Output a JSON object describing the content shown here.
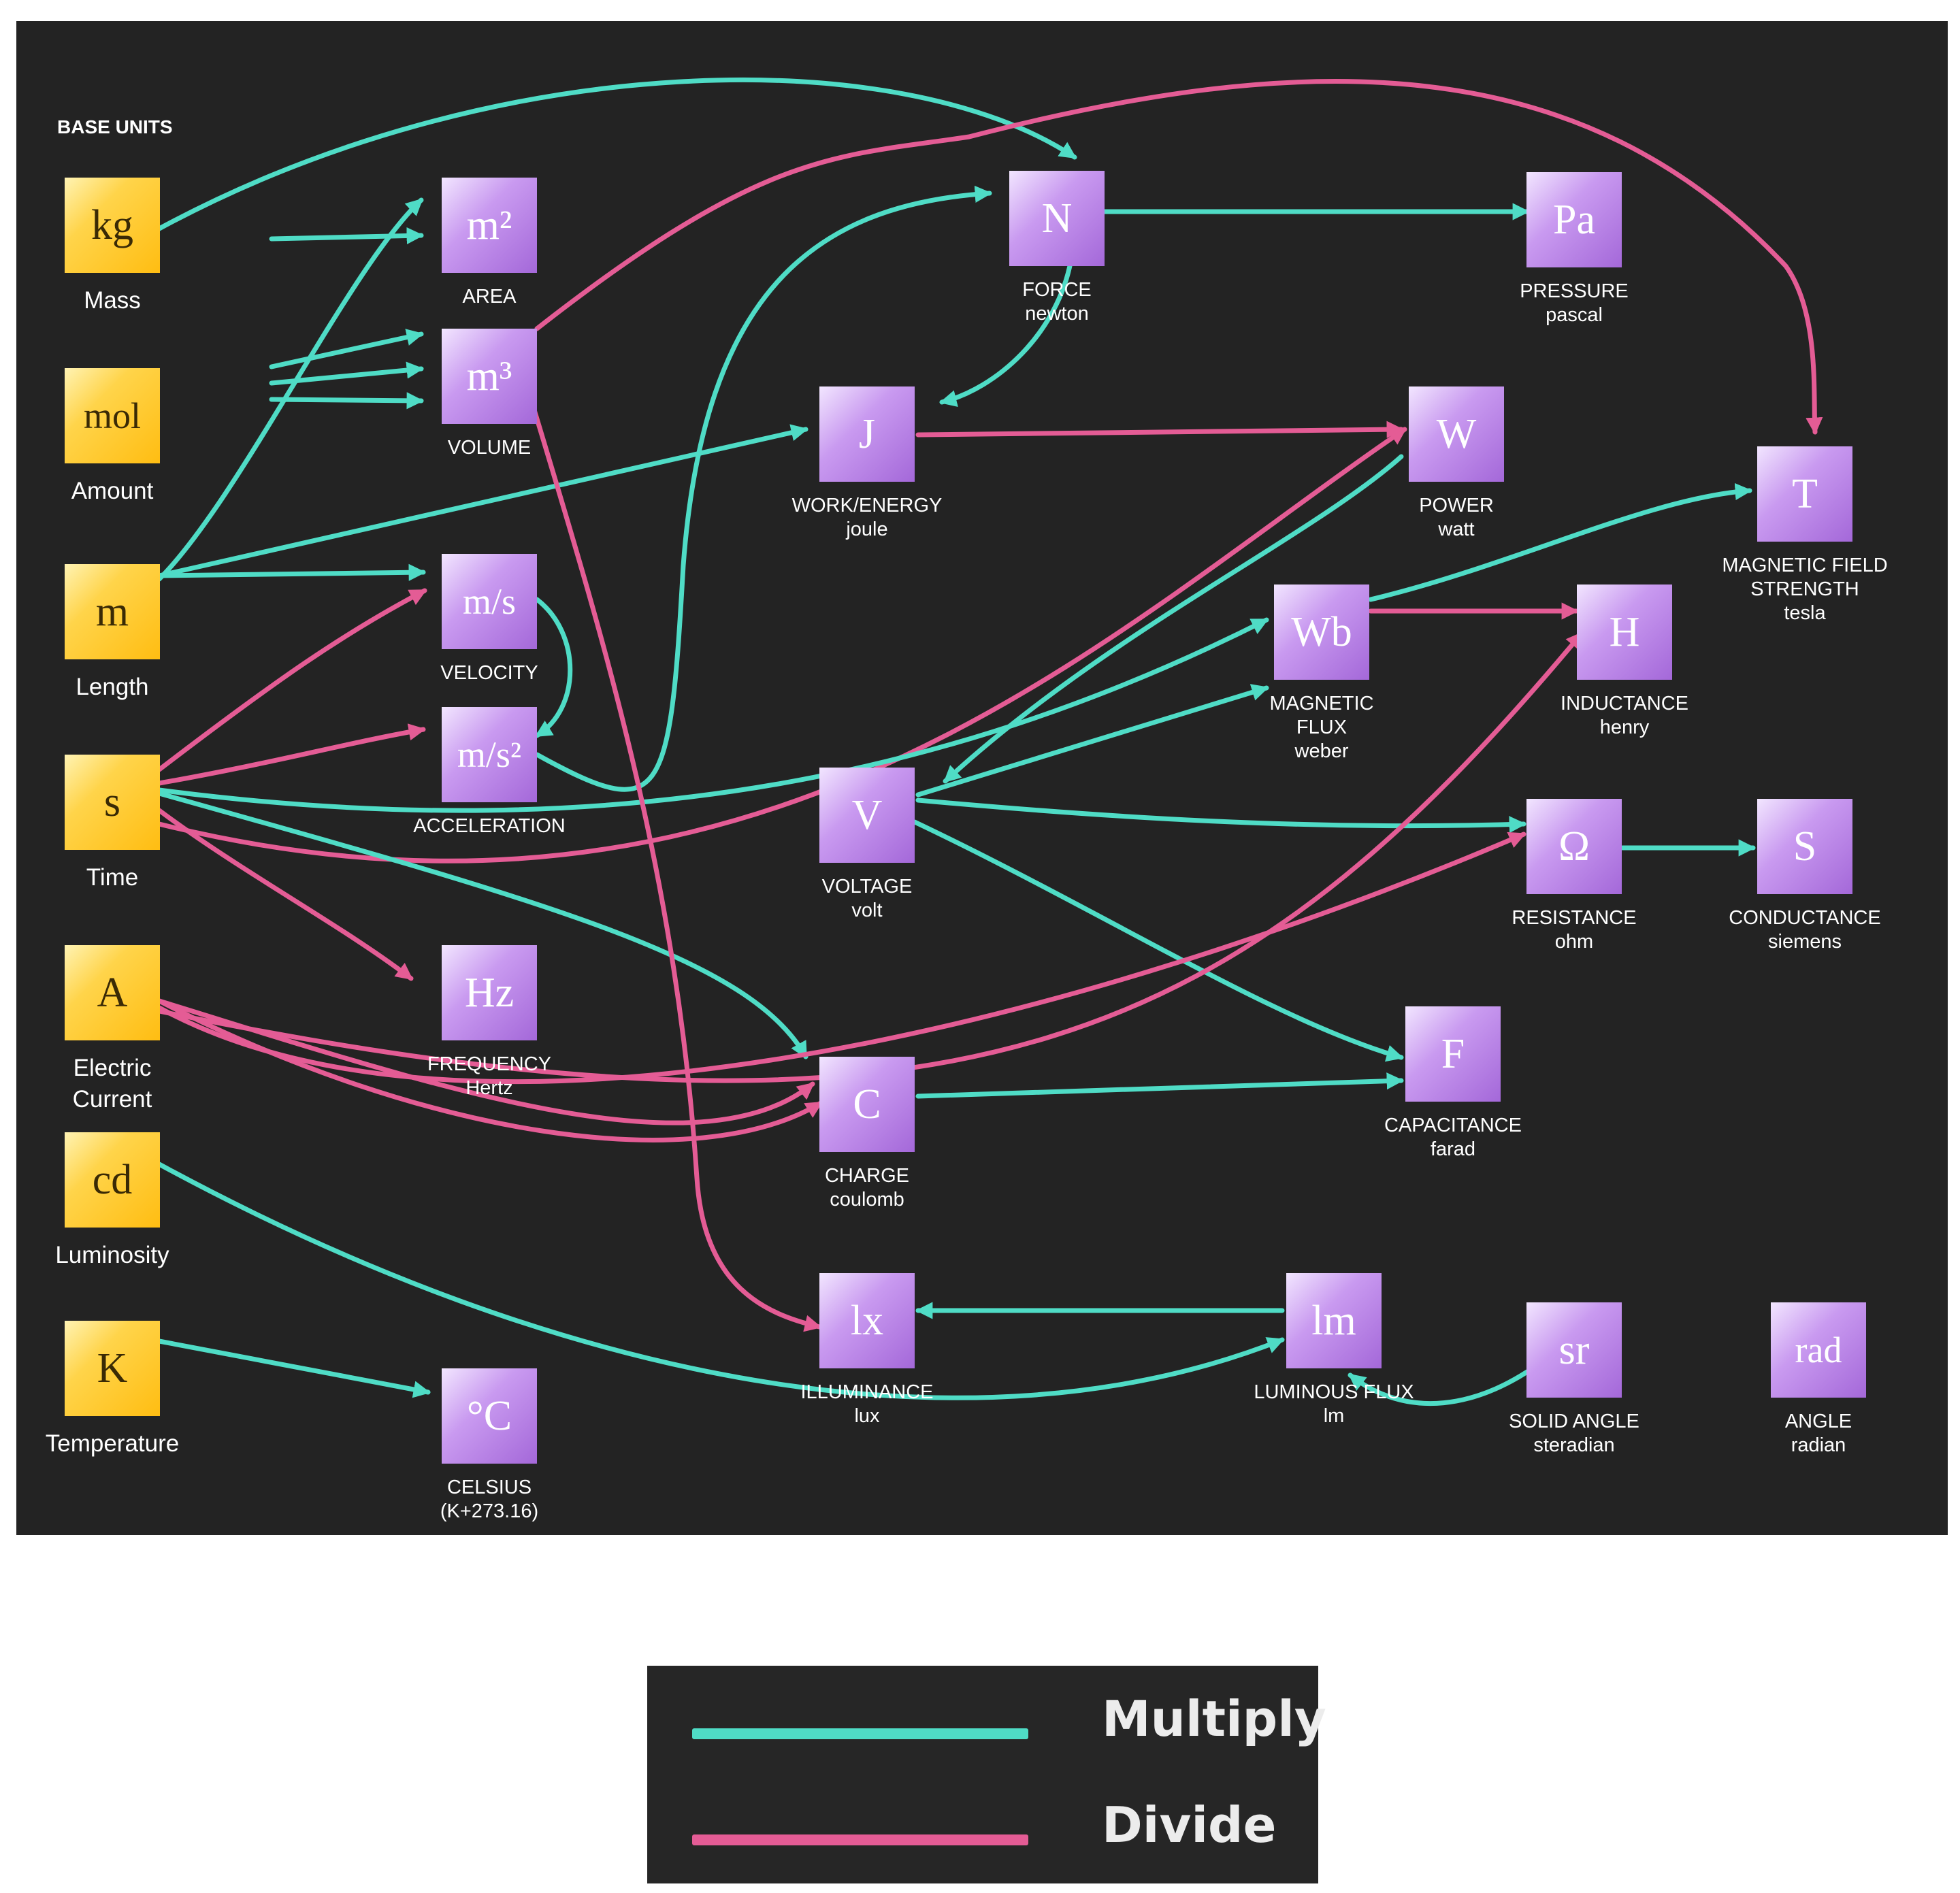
{
  "diagram": {
    "section_label": "BASE UNITS",
    "colors": {
      "multiply": "#4fdcc6",
      "divide": "#e45c95",
      "base": "#ffc21a",
      "derived": "#b57ee6",
      "background": "#232323"
    },
    "nodes": [
      {
        "id": "kg",
        "symbol": "kg",
        "kind": "base",
        "caption": [
          "Mass"
        ]
      },
      {
        "id": "mol",
        "symbol": "mol",
        "kind": "base",
        "caption": [
          "Amount"
        ]
      },
      {
        "id": "m",
        "symbol": "m",
        "kind": "base",
        "caption": [
          "Length"
        ]
      },
      {
        "id": "s",
        "symbol": "s",
        "kind": "base",
        "caption": [
          "Time"
        ]
      },
      {
        "id": "A",
        "symbol": "A",
        "kind": "base",
        "caption": [
          "Electric",
          "Current"
        ]
      },
      {
        "id": "cd",
        "symbol": "cd",
        "kind": "base",
        "caption": [
          "Luminosity"
        ]
      },
      {
        "id": "K",
        "symbol": "K",
        "kind": "base",
        "caption": [
          "Temperature"
        ]
      },
      {
        "id": "m2",
        "symbol": "m²",
        "kind": "derived",
        "caption": [
          "AREA"
        ]
      },
      {
        "id": "m3",
        "symbol": "m³",
        "kind": "derived",
        "caption": [
          "VOLUME"
        ]
      },
      {
        "id": "ms",
        "symbol": "m/s",
        "kind": "derived",
        "caption": [
          "VELOCITY"
        ]
      },
      {
        "id": "ms2",
        "symbol": "m/s²",
        "kind": "derived",
        "caption": [
          "ACCELERATION"
        ]
      },
      {
        "id": "Hz",
        "symbol": "Hz",
        "kind": "derived",
        "caption": [
          "FREQUENCY",
          "Hertz"
        ]
      },
      {
        "id": "C_deg",
        "symbol": "°C",
        "kind": "derived",
        "caption": [
          "CELSIUS",
          "(K+273.16)"
        ]
      },
      {
        "id": "N",
        "symbol": "N",
        "kind": "derived",
        "caption": [
          "FORCE",
          "newton"
        ]
      },
      {
        "id": "J",
        "symbol": "J",
        "kind": "derived",
        "caption": [
          "WORK/ENERGY",
          "joule"
        ]
      },
      {
        "id": "V",
        "symbol": "V",
        "kind": "derived",
        "caption": [
          "VOLTAGE",
          "volt"
        ]
      },
      {
        "id": "C",
        "symbol": "C",
        "kind": "derived",
        "caption": [
          "CHARGE",
          "coulomb"
        ]
      },
      {
        "id": "lx",
        "symbol": "lx",
        "kind": "derived",
        "caption": [
          "ILLUMINANCE",
          "lux"
        ]
      },
      {
        "id": "Pa",
        "symbol": "Pa",
        "kind": "derived",
        "caption": [
          "PRESSURE",
          "pascal"
        ]
      },
      {
        "id": "W",
        "symbol": "W",
        "kind": "derived",
        "caption": [
          "POWER",
          "watt"
        ]
      },
      {
        "id": "Wb",
        "symbol": "Wb",
        "kind": "derived",
        "caption": [
          "MAGNETIC",
          "FLUX",
          "weber"
        ]
      },
      {
        "id": "H",
        "symbol": "H",
        "kind": "derived",
        "caption": [
          "INDUCTANCE",
          "henry"
        ]
      },
      {
        "id": "T",
        "symbol": "T",
        "kind": "derived",
        "caption": [
          "MAGNETIC FIELD",
          "STRENGTH",
          "tesla"
        ]
      },
      {
        "id": "Ohm",
        "symbol": "Ω",
        "kind": "derived",
        "caption": [
          "RESISTANCE",
          "ohm"
        ]
      },
      {
        "id": "S",
        "symbol": "S",
        "kind": "derived",
        "caption": [
          "CONDUCTANCE",
          "siemens"
        ]
      },
      {
        "id": "F",
        "symbol": "F",
        "kind": "derived",
        "caption": [
          "CAPACITANCE",
          "farad"
        ]
      },
      {
        "id": "lm",
        "symbol": "lm",
        "kind": "derived",
        "caption": [
          "LUMINOUS FLUX",
          "lm"
        ]
      },
      {
        "id": "sr",
        "symbol": "sr",
        "kind": "derived",
        "caption": [
          "SOLID ANGLE",
          "steradian"
        ]
      },
      {
        "id": "rad",
        "symbol": "rad",
        "kind": "derived",
        "caption": [
          "ANGLE",
          "radian"
        ]
      }
    ],
    "edges": [
      {
        "from": "kg",
        "to": "N",
        "op": "multiply"
      },
      {
        "from": "m",
        "to": "m2",
        "op": "multiply"
      },
      {
        "from": "m",
        "to": "m2",
        "op": "multiply"
      },
      {
        "from": "m",
        "to": "m3",
        "op": "multiply"
      },
      {
        "from": "m",
        "to": "m3",
        "op": "multiply"
      },
      {
        "from": "m",
        "to": "m3",
        "op": "multiply"
      },
      {
        "from": "m",
        "to": "ms",
        "op": "multiply"
      },
      {
        "from": "m",
        "to": "J",
        "op": "multiply"
      },
      {
        "from": "s",
        "to": "ms",
        "op": "divide"
      },
      {
        "from": "s",
        "to": "ms2",
        "op": "divide"
      },
      {
        "from": "s",
        "to": "Hz",
        "op": "divide"
      },
      {
        "from": "s",
        "to": "W",
        "op": "divide"
      },
      {
        "from": "s",
        "to": "C",
        "op": "multiply"
      },
      {
        "from": "s",
        "to": "Wb",
        "op": "multiply"
      },
      {
        "from": "ms",
        "to": "ms2",
        "op": "multiply"
      },
      {
        "from": "ms2",
        "to": "N",
        "op": "multiply"
      },
      {
        "from": "m3",
        "to": "Pa",
        "op": "divide"
      },
      {
        "from": "m3",
        "to": "lx",
        "op": "divide"
      },
      {
        "from": "N",
        "to": "Pa",
        "op": "multiply"
      },
      {
        "from": "N",
        "to": "J",
        "op": "multiply"
      },
      {
        "from": "N",
        "to": "T",
        "op": "divide"
      },
      {
        "from": "J",
        "to": "W",
        "op": "multiply"
      },
      {
        "from": "W",
        "to": "V",
        "op": "multiply"
      },
      {
        "from": "V",
        "to": "Wb",
        "op": "multiply"
      },
      {
        "from": "V",
        "to": "Ohm",
        "op": "multiply"
      },
      {
        "from": "V",
        "to": "F",
        "op": "divide"
      },
      {
        "from": "Wb",
        "to": "H",
        "op": "multiply"
      },
      {
        "from": "Wb",
        "to": "T",
        "op": "multiply"
      },
      {
        "from": "Ohm",
        "to": "S",
        "op": "divide"
      },
      {
        "from": "A",
        "to": "V",
        "op": "divide"
      },
      {
        "from": "A",
        "to": "Ohm",
        "op": "divide"
      },
      {
        "from": "A",
        "to": "H",
        "op": "divide"
      },
      {
        "from": "A",
        "to": "C",
        "op": "multiply"
      },
      {
        "from": "C",
        "to": "F",
        "op": "multiply"
      },
      {
        "from": "cd",
        "to": "lm",
        "op": "multiply"
      },
      {
        "from": "lm",
        "to": "lx",
        "op": "multiply"
      },
      {
        "from": "sr",
        "to": "lm",
        "op": "multiply"
      },
      {
        "from": "K",
        "to": "C_deg",
        "op": "multiply"
      }
    ]
  },
  "legend": {
    "items": [
      {
        "label": "Multiply",
        "color": "#4fdcc6"
      },
      {
        "label": "Divide",
        "color": "#e45c95"
      }
    ]
  }
}
